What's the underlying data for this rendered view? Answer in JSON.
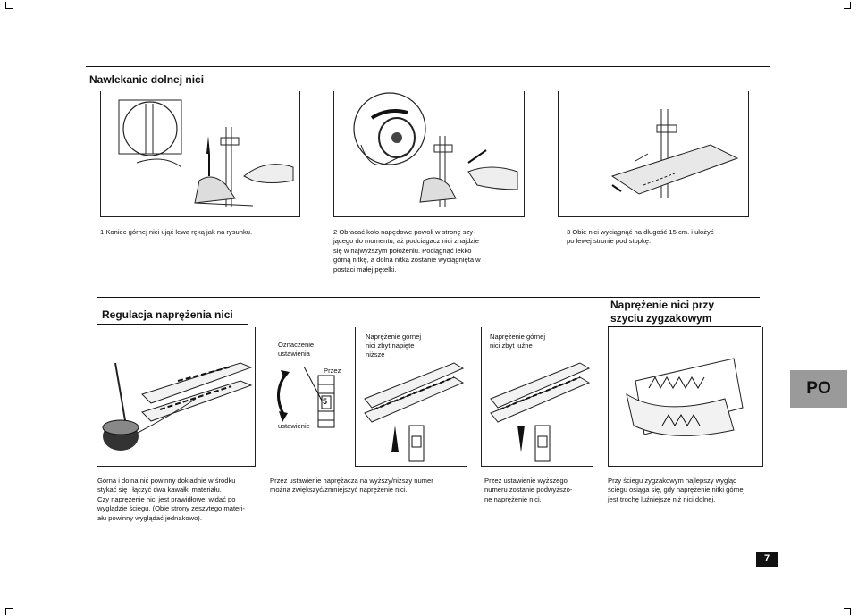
{
  "section_threading": {
    "title": "Nawlekanie dolnej nici",
    "steps": [
      {
        "text": "1 Koniec górnej nici ująć lewą ręką jak na rysunku."
      },
      {
        "text": "2 Obracać koło napędowe powoli w stronę szy-\njącego do momentu, aż podciągacz nici znajdzie\nsię w najwyższym położeniu. Pociągnąć lekko\ngórną nitkę, a dolna nitka zostanie wyciągnięta w\npostaci małej pętelki."
      },
      {
        "text": "3 Obie nici wyciągnąć na długość 15 cm. i ułożyć\npo lewej stronie pod stopkę."
      }
    ]
  },
  "section_tension": {
    "title": "Regulacja naprężenia nici",
    "label_marking": "Oznaczenie\nustawienia",
    "label_przez": "Przez",
    "label_setting": "ustawienie",
    "label_upper_tight": "Naprężenie górnej\nnici zbyt napięte\nniższe",
    "label_upper_loose": "Naprężenie górnej\nnici zbyt luźne",
    "dial_number": "5",
    "cap_1": "Górna i dolna nić powinny dokładnie w środku\nstykać się i łączyć dwa kawałki materiału.\nCzy naprężenie nici jest prawidłowe, widać po\nwyglądzie ściegu. (Obie strony zeszytego materi-\nału powinny wyglądać jednakowo).",
    "cap_2": "Przez ustawienie naprężacza na wyższy/niższy numer\nmożna zwiększyć/zmniejszyć naprężenie nici.",
    "cap_3": "Przez ustawienie wyższego\nnumeru zostanie podwyższo-\nne naprężenie nici."
  },
  "section_zigzag": {
    "title": "Naprężenie nici przy\nszyciu zygzakowym",
    "caption": "Przy ściegu zygzakowym najlepszy wygląd\nściegu osiąga się, gdy naprężenie nitki górnej\njest trochę luźniejsze niż nici dolnej."
  },
  "tab_label": "PO",
  "page_number": "7"
}
